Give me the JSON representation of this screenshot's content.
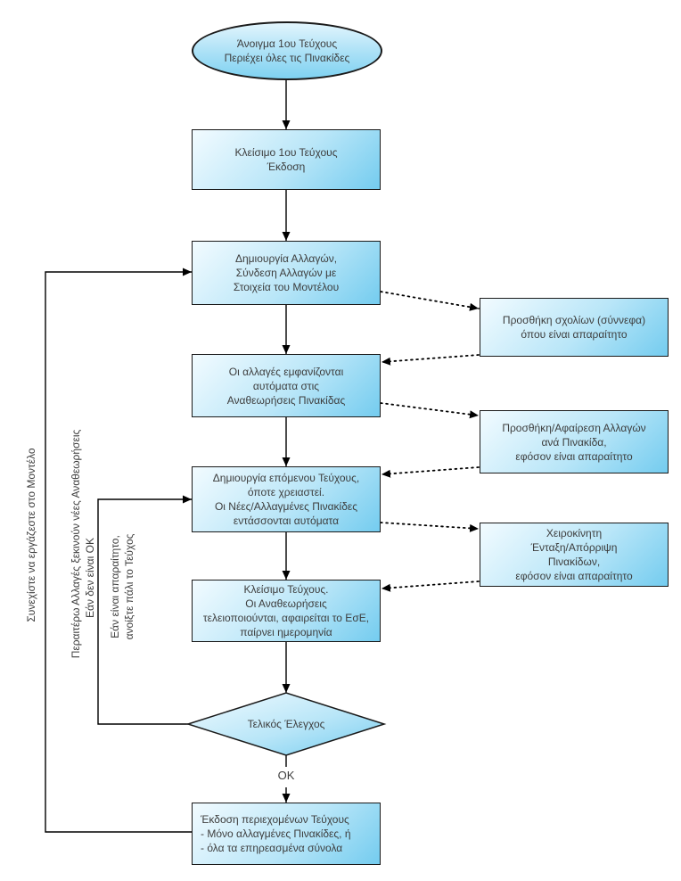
{
  "diagram": {
    "nodes": {
      "start": {
        "text": "Άνοιγμα 1ου Τεύχους\nΠεριέχει όλες τις Πινακίδες"
      },
      "close_first_issue": {
        "text": "Κλείσιμο 1ου Τεύχους\nΈκδοση"
      },
      "create_changes": {
        "text": "Δημιουργία Αλλαγών,\nΣύνδεση Αλλαγών με\nΣτοιχεία του Μοντέλου"
      },
      "changes_appear": {
        "text": "Οι αλλαγές εμφανίζονται\nαυτόματα στις\nΑναθεωρήσεις Πινακίδας"
      },
      "create_next_issue": {
        "text": "Δημιουργία επόμενου Τεύχους,\nόποτε χρειαστεί.\nΟι Νέες/Αλλαγμένες Πινακίδες\nεντάσσονται αυτόματα"
      },
      "close_issue": {
        "text": "Κλείσιμο Τεύχους.\nΟι Αναθεωρήσεις\nτελειοποιούνται, αφαιρείται το ΕσΕ,\nπαίρνει ημερομηνία"
      },
      "final_check": {
        "text": "Τελικός Έλεγχος"
      },
      "publish": {
        "text": "Έκδοση περιεχομένων Τεύχους\n- Μόνο αλλαγμένες Πινακίδες, ή\n- όλα τα επηρεασμένα σύνολα"
      }
    },
    "side_nodes": {
      "add_comments": {
        "text": "Προσθήκη σχολίων (σύννεφα)\nόπου είναι απαραίτητο"
      },
      "add_remove_changes": {
        "text": "Προσθήκη/Αφαίρεση Αλλαγών\nανά Πινακίδα,\nεφόσον είναι απαραίτητο"
      },
      "manual_include": {
        "text": "Χειροκίνητη\nΈνταξη/Απόρριψη\nΠινακίδων,\nεφόσον είναι απαραίτητο"
      }
    },
    "labels": {
      "ok": "OK",
      "outer_loop_1": "Συνεχίστε να εργάζεστε στο Μοντέλο",
      "outer_loop_2": "Περαιτέρω Αλλαγές ξεκινούν νέες Αναθεωρήσεις",
      "inner_loop_1": "Εάν δεν είναι OK",
      "inner_loop_2": "Εάν είναι απαραίτητο,\nανοίξτε πάλι το Τεύχος"
    },
    "colors": {
      "fill_light": "#f2fbff",
      "fill_dark": "#74ccef",
      "stroke": "#1a1a1a",
      "text": "#3d3d3d"
    }
  }
}
